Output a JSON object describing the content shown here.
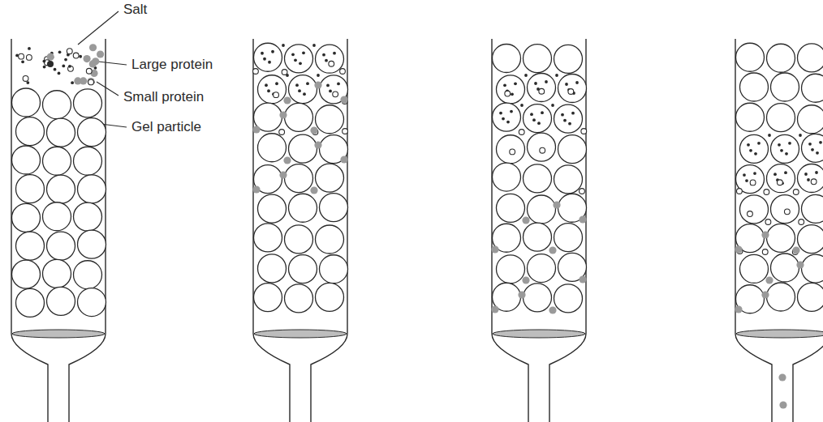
{
  "diagram": {
    "labels": [
      "Salt",
      "Large protein",
      "Small protein",
      "Gel particle"
    ]
  }
}
